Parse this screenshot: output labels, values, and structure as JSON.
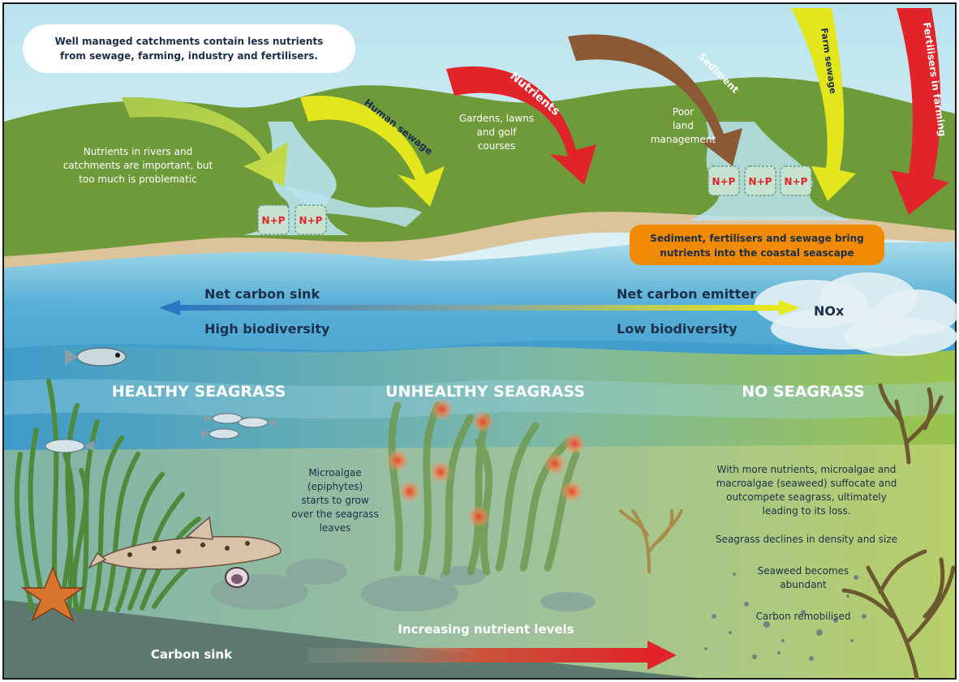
{
  "catchment_note": [
    "Well managed catchments contain less nutrients",
    "from sewage, farming, industry and fertilisers."
  ],
  "river_note": [
    "Nutrients in rivers and",
    "catchments are important, but",
    "too much is problematic"
  ],
  "sources": {
    "human_sewage": "Human sewage",
    "nutrients": "Nutrients",
    "sediment": "Sediment",
    "farm_sewage": "Farm sewage",
    "fertilisers": "Fertilisers in farming"
  },
  "gardens_note": [
    "Gardens, lawns",
    "and golf",
    "courses"
  ],
  "land_note": [
    "Poor",
    "land",
    "management"
  ],
  "np_label": "N+P",
  "coastal_note": [
    "Sediment, fertilisers and sewage bring",
    "nutrients into the coastal seascape"
  ],
  "scale": {
    "left_top": "Net carbon sink",
    "left_bottom": "High biodiversity",
    "right_top": "Net carbon emitter",
    "right_bottom": "Low biodiversity",
    "nox": "NOx"
  },
  "zones": {
    "healthy": "HEALTHY SEAGRASS",
    "unhealthy": "UNHEALTHY SEAGRASS",
    "none": "NO SEAGRASS"
  },
  "microalgae_note": [
    "Microalgae",
    "(epiphytes)",
    "starts to grow",
    "over the seagrass",
    "leaves"
  ],
  "outcompete_note": [
    "With more nutrients, microalgae and",
    "macroalgae (seaweed) suffocate and",
    "outcompete seagrass, ultimately",
    "leading to its loss."
  ],
  "decline_note": "Seagrass declines in density and size",
  "seaweed_note": [
    "Seaweed becomes",
    "abundant"
  ],
  "remobilised_note": "Carbon remobilised",
  "increasing_label": "Increasing nutrient levels",
  "carbon_sink_label": "Carbon sink",
  "colors": {
    "land_green": "#6f9a3a",
    "water_blue": "#8fcfe0",
    "deep_blue": "#2f7fb8",
    "seabed": "#5e7a70",
    "arrow_red": "#e0242a",
    "arrow_yellow": "#e3e51d",
    "arrow_green": "#a3c83a",
    "arrow_brown": "#8b5a34",
    "box_orange": "#f08a00",
    "text_navy": "#1c2f4a"
  }
}
